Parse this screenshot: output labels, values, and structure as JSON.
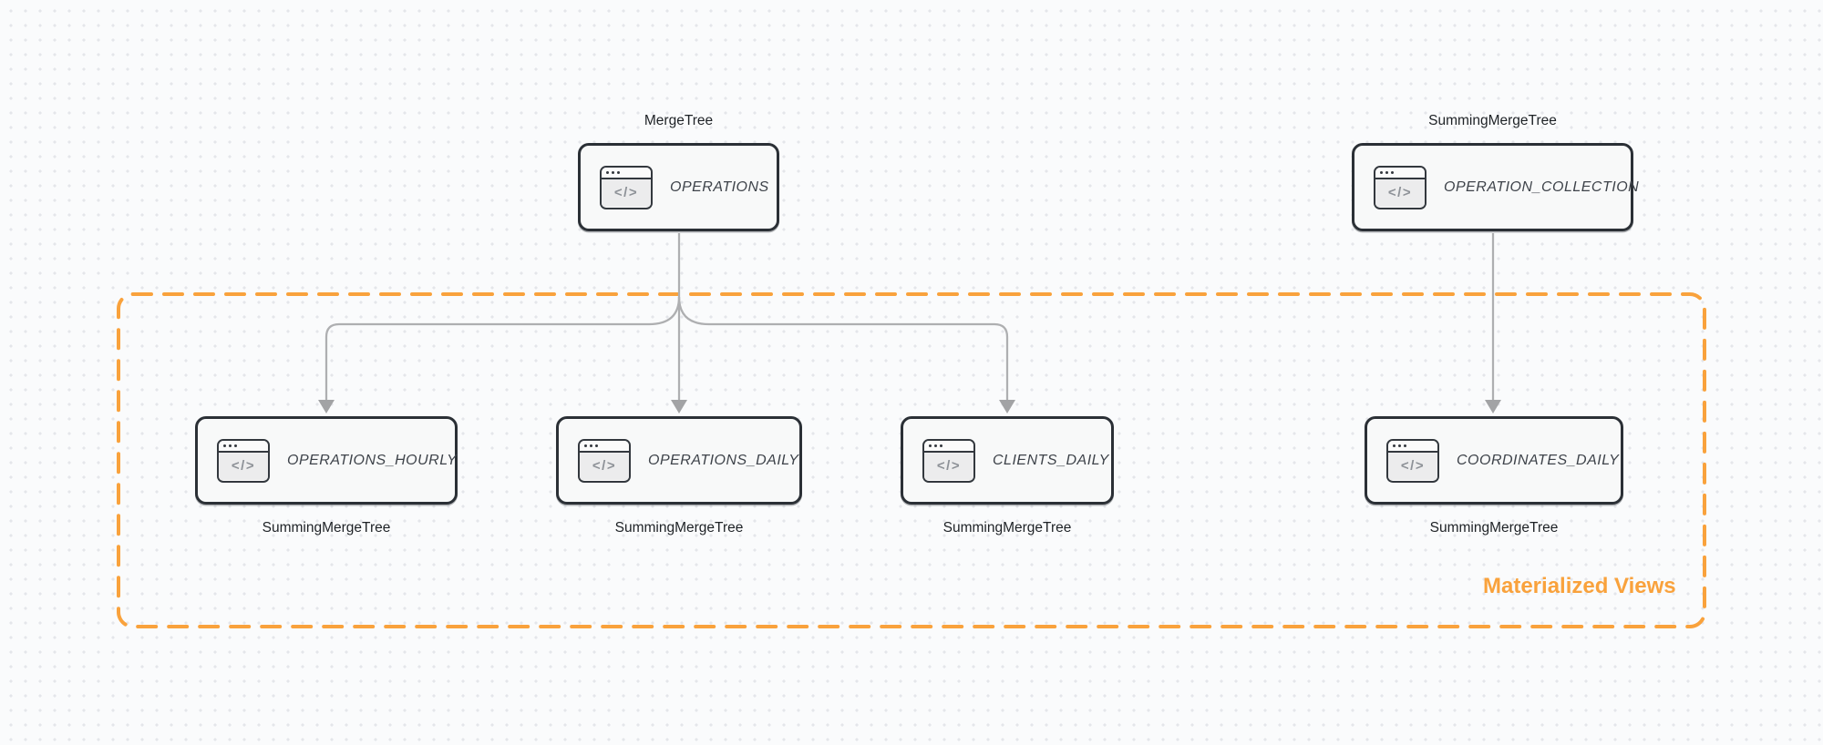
{
  "diagram": {
    "colors": {
      "accent_orange": "#F9A23C",
      "arrow_gray": "#AEAFB1",
      "node_border": "#2B3036",
      "node_fill": "#F8F9F9",
      "canvas_bg": "#FAFBFC"
    },
    "icon": {
      "name": "code-window-icon",
      "glyph": "</>"
    },
    "group": {
      "label": "Materialized Views"
    },
    "nodes": [
      {
        "id": "operations",
        "engine": "MergeTree",
        "table": "OPERATIONS"
      },
      {
        "id": "operation_collection",
        "engine": "SummingMergeTree",
        "table": "OPERATION_COLLECTION"
      },
      {
        "id": "operations_hourly",
        "engine": "SummingMergeTree",
        "table": "OPERATIONS_HOURLY"
      },
      {
        "id": "operations_daily",
        "engine": "SummingMergeTree",
        "table": "OPERATIONS_DAILY"
      },
      {
        "id": "clients_daily",
        "engine": "SummingMergeTree",
        "table": "CLIENTS_DAILY"
      },
      {
        "id": "coordinates_daily",
        "engine": "SummingMergeTree",
        "table": "COORDINATES_DAILY"
      }
    ]
  }
}
